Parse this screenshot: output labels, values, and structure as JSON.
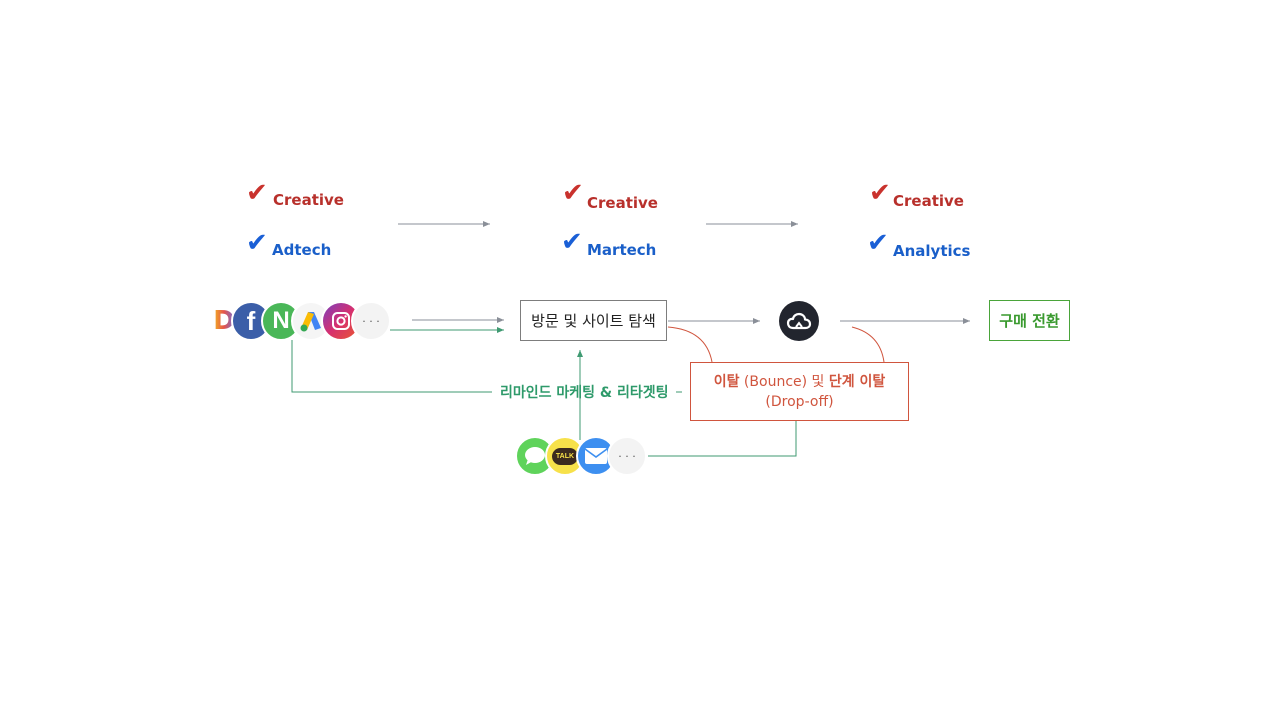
{
  "stages": [
    {
      "top_label": "Creative",
      "bottom_label": "Adtech"
    },
    {
      "top_label": "Creative",
      "bottom_label": "Martech"
    },
    {
      "top_label": "Creative",
      "bottom_label": "Analytics"
    }
  ],
  "check_glyph": "✔",
  "ad_channels": {
    "icons": [
      "daum-logo-icon",
      "facebook-icon",
      "naver-icon",
      "google-ads-icon",
      "instagram-icon",
      "more-icon"
    ],
    "d_letter": "D",
    "f_letter": "f",
    "n_letter": "N",
    "more_text": "· · ·"
  },
  "visit_box": "방문 및 사이트 탐색",
  "analytics_icon": "cloud-analytics-icon",
  "conversion_box": "구매 전환",
  "remarketing_label": "리마인드 마케팅 & 리타겟팅",
  "bounce_box": {
    "bold_1": "이탈",
    "normal_1": " (Bounce) 및 ",
    "bold_2": "단계 이탈",
    "line_2": "(Drop-off)"
  },
  "message_channels": {
    "icons": [
      "imessage-icon",
      "kakaotalk-icon",
      "mail-icon",
      "more-icon"
    ],
    "talk_text": "TALK",
    "more_text": "· · ·"
  },
  "colors": {
    "red": "#c9322d",
    "blue": "#1a5fd6",
    "green_text": "#2e9a6a",
    "conversion_green": "#3a9a2f",
    "bounce_red": "#d0553e",
    "gray_arrow": "#8a8f98"
  }
}
